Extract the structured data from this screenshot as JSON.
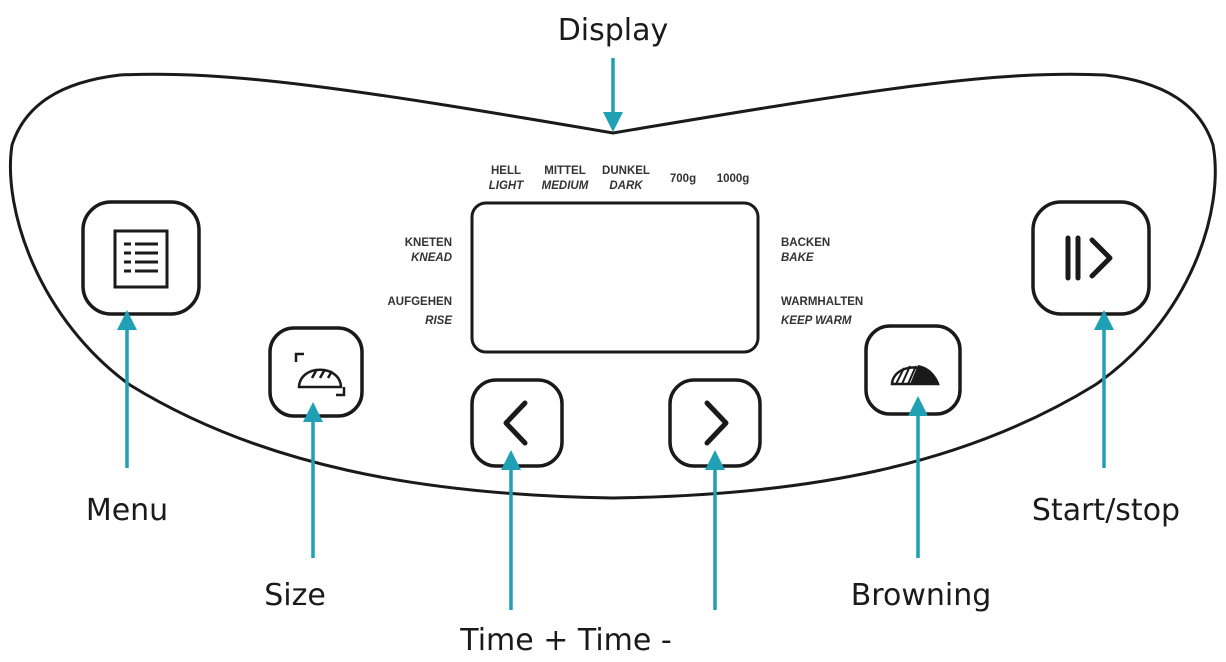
{
  "callouts": {
    "display": "Display",
    "menu": "Menu",
    "size": "Size",
    "time": "Time + Time -",
    "browning": "Browning",
    "start_stop": "Start/stop"
  },
  "panel_labels": {
    "hell": "HELL",
    "light": "LIGHT",
    "mittel": "MITTEL",
    "medium": "MEDIUM",
    "dunkel": "DUNKEL",
    "dark": "DARK",
    "size_700": "700g",
    "size_1000": "1000g",
    "kneten": "KNETEN",
    "knead": "KNEAD",
    "aufgehen": "AUFGEHEN",
    "rise": "RISE",
    "backen": "BACKEN",
    "bake": "BAKE",
    "warmhalten": "WARMHALTEN",
    "keep_warm": "KEEP WARM"
  },
  "icons": {
    "menu": "menu-list-icon",
    "size": "bread-loaf-icon",
    "time_minus": "chevron-left-icon",
    "time_plus": "chevron-right-icon",
    "browning": "browning-icon",
    "start_stop": "play-pause-icon"
  },
  "colors": {
    "arrow": "#1fa0b4",
    "outline": "#1a1a1a",
    "background": "#ffffff"
  }
}
